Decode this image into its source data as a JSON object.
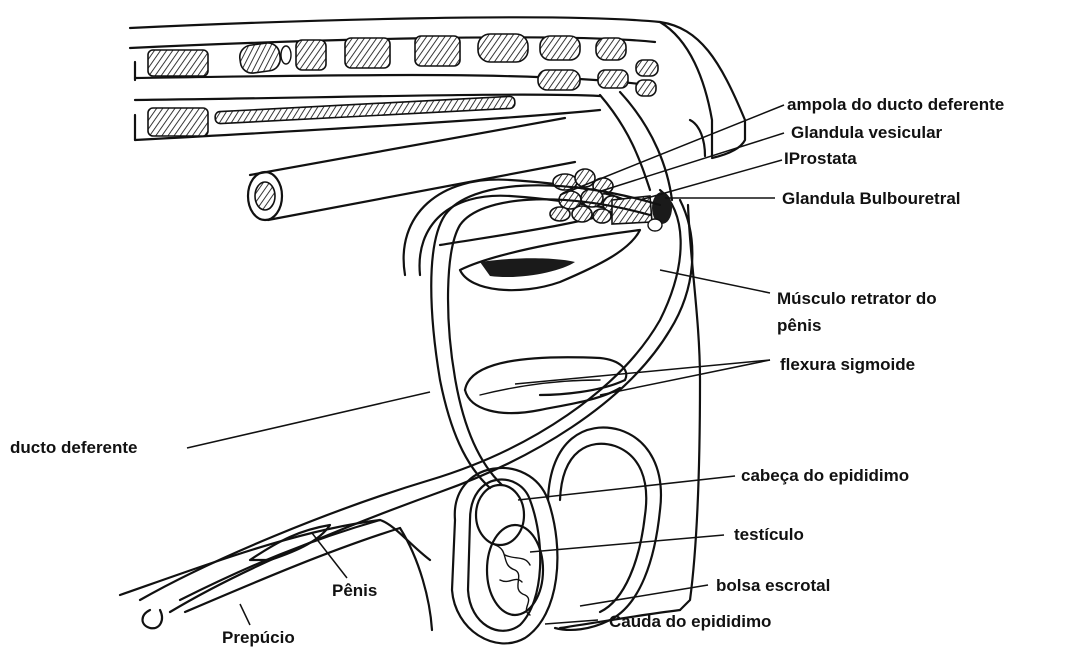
{
  "labels": {
    "ampola": "ampola do ducto deferente",
    "vesicular": "Glandula vesicular",
    "prostata": "IProstata",
    "bulbouretral": "Glandula Bulbouretral",
    "musculo_line1": "Músculo retrator do",
    "musculo_line2": "pênis",
    "flexura": "flexura sigmoide",
    "ducto": "ducto deferente",
    "cabeca": "cabeça do epididimo",
    "testiculo": "testículo",
    "bolsa": "bolsa escrotal",
    "cauda": "Cauda do epididimo",
    "penis": "Pênis",
    "prepucio": "Prepúcio"
  }
}
